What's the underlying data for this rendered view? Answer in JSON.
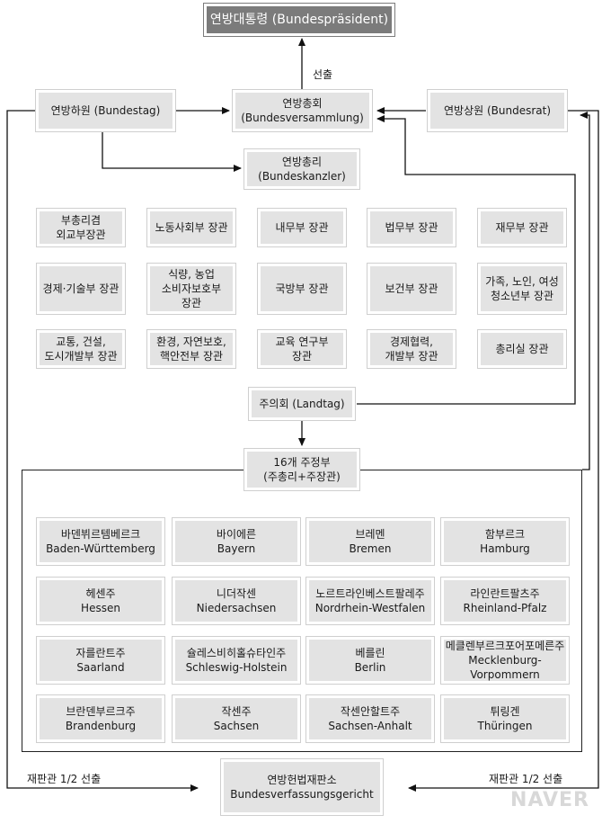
{
  "top": {
    "president": "연방대통령 (Bundespräsident)"
  },
  "edges": {
    "elect": "선출",
    "judge_left": "재판관 1/2 선출",
    "judge_right": "재판관 1/2 선출"
  },
  "parliament": {
    "bundestag": "연방하원 (Bundestag)",
    "assembly_ko": "연방총회",
    "assembly_de": "(Bundesversammlung)",
    "bundesrat": "연방상원 (Bundesrat)",
    "chancellor_ko": "연방총리",
    "chancellor_de": "(Bundeskanzler)"
  },
  "ministers": [
    [
      "부총리겸",
      "외교부장관"
    ],
    [
      "노동사회부 장관"
    ],
    [
      "내무부 장관"
    ],
    [
      "법무부 장관"
    ],
    [
      "재무부 장관"
    ],
    [
      "경제·기술부 장관"
    ],
    [
      "식량, 농업",
      "소비자보호부",
      "장관"
    ],
    [
      "국방부 장관"
    ],
    [
      "보건부 장관"
    ],
    [
      "가족, 노인, 여성",
      "청소년부 장관"
    ],
    [
      "교통, 건설,",
      "도시개발부 장관"
    ],
    [
      "환경, 자연보호,",
      "핵안전부 장관"
    ],
    [
      "교육 연구부",
      "장관"
    ],
    [
      "경제협력,",
      "개발부 장관"
    ],
    [
      "총리실 장관"
    ]
  ],
  "landtag": "주의회 (Landtag)",
  "state_gov": {
    "line1": "16개 주정부",
    "line2": "(주총리+주장관)"
  },
  "states": [
    {
      "ko": "바덴뷔르템베르크",
      "de": "Baden-Württemberg"
    },
    {
      "ko": "바이에른",
      "de": "Bayern"
    },
    {
      "ko": "브레멘",
      "de": "Bremen"
    },
    {
      "ko": "함부르크",
      "de": "Hamburg"
    },
    {
      "ko": "헤센주",
      "de": "Hessen"
    },
    {
      "ko": "니더작센",
      "de": "Niedersachsen"
    },
    {
      "ko": "노르트라인베스트팔레주",
      "de": "Nordrhein-Westfalen"
    },
    {
      "ko": "라인란트팔츠주",
      "de": "Rheinland-Pfalz"
    },
    {
      "ko": "자를란트주",
      "de": "Saarland"
    },
    {
      "ko": "슐레스비히홀슈타인주",
      "de": "Schleswig-Holstein"
    },
    {
      "ko": "베를린",
      "de": "Berlin"
    },
    {
      "ko": "메클렌부르크포어포메른주",
      "de": "Mecklenburg-Vorpommern"
    },
    {
      "ko": "브란덴부르크주",
      "de": "Brandenburg"
    },
    {
      "ko": "작센주",
      "de": "Sachsen"
    },
    {
      "ko": "작센안할트주",
      "de": "Sachsen-Anhalt"
    },
    {
      "ko": "튀링겐",
      "de": "Thüringen"
    }
  ],
  "court": {
    "ko": "연방헌법재판소",
    "de": "Bundesverfassungsgericht"
  },
  "watermark": "NAVER"
}
